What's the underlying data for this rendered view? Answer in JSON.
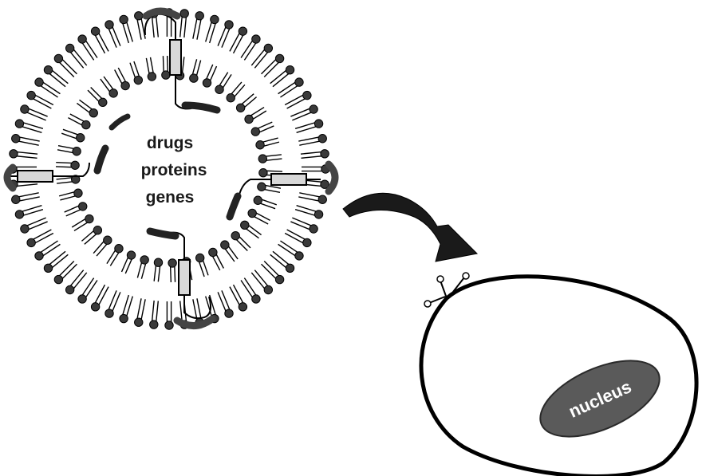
{
  "liposome": {
    "cargo": [
      "drugs",
      "proteins",
      "genes"
    ]
  },
  "cell": {
    "nucleus_label": "nucleus"
  },
  "colors": {
    "outline": "#000000",
    "lipid_head": "#3a3a3a",
    "protein_fill": "#d8d8d8",
    "nucleus_fill": "#5a5a5a",
    "nucleus_text": "#ffffff",
    "arrow_fill": "#1a1a1a"
  }
}
